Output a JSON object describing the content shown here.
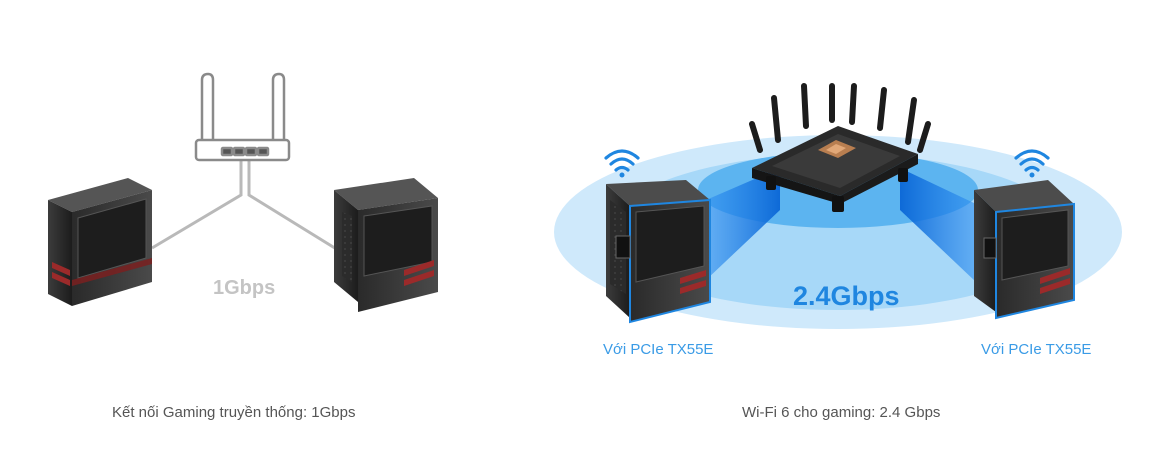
{
  "left_panel": {
    "speed_label": "1Gbps",
    "caption": "Kết nối Gaming truyền thống: 1Gbps"
  },
  "right_panel": {
    "speed_label": "2.4Gbps",
    "pc_left_caption": "Với PCIe TX55E",
    "pc_right_caption": "Với PCIe TX55E",
    "caption": "Wi-Fi 6 cho gaming: 2.4 Gbps"
  },
  "colors": {
    "wired_gray": "#b9b9b9",
    "wifi_blue": "#1f86e0",
    "caption_blue": "#3a9be6",
    "caption_text": "#555555",
    "case_red": "#9b2a2a"
  }
}
